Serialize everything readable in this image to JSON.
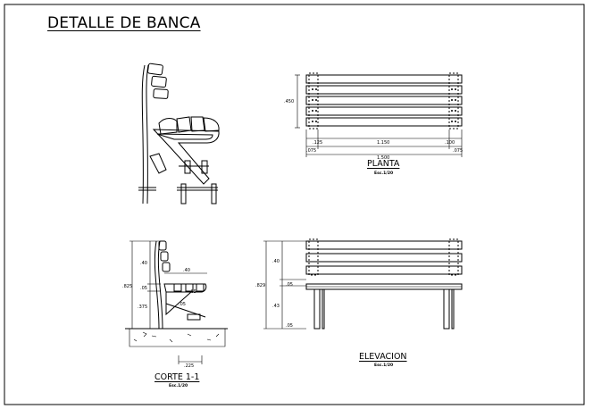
{
  "title": "DETALLE DE BANCA",
  "views": {
    "planta": {
      "label": "PLANTA",
      "scale": "Esc.1/20",
      "dims": {
        "depth": ".450",
        "inner": "1.150",
        "total": "1.500",
        "left_a": ".075",
        "left_b": ".125",
        "right_a": ".075",
        "right_b": ".100"
      }
    },
    "elevacion": {
      "label": "ELEVACION",
      "scale": "Esc.1/20",
      "dims": {
        "total": ".829",
        "upper": ".40",
        "mid": ".05",
        "lower": ".43",
        "base": ".05"
      }
    },
    "corte": {
      "label": "CORTE 1-1",
      "scale": "Esc.1/20",
      "dims": {
        "total": ".825",
        "upper": ".40",
        "mid": ".05",
        "lower": ".375",
        "seat": ".40",
        "angle": ".05",
        "support": ".05",
        "footing": ".225"
      }
    }
  },
  "colors": {
    "line": "#000000",
    "background": "#ffffff"
  }
}
